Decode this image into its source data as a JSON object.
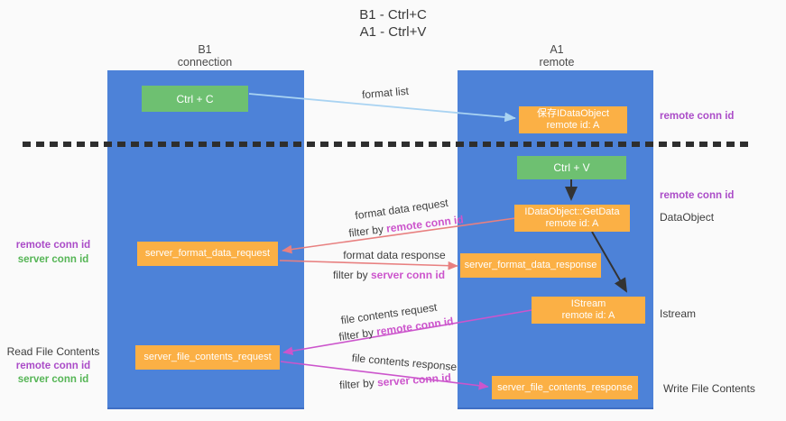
{
  "title": {
    "line1": "B1 - Ctrl+C",
    "line2": "A1 - Ctrl+V"
  },
  "lanes": {
    "left": {
      "title": "B1",
      "subtitle": "connection"
    },
    "right": {
      "title": "A1",
      "subtitle": "remote"
    }
  },
  "boxes": {
    "ctrl_c": {
      "label": "Ctrl + C"
    },
    "save_dataobject": {
      "line1": "保存IDataObject",
      "line2": "remote id: A"
    },
    "ctrl_v": {
      "label": "Ctrl + V"
    },
    "getdata": {
      "line1": "IDataObject::GetData",
      "line2": "remote id: A"
    },
    "format_request": {
      "label": "server_format_data_request"
    },
    "format_response": {
      "label": "server_format_data_response"
    },
    "istream": {
      "line1": "IStream",
      "line2": "remote id: A"
    },
    "file_request": {
      "label": "server_file_contents_request"
    },
    "file_response": {
      "label": "server_file_contents_response"
    }
  },
  "edge_labels": {
    "format_list": "format list",
    "format_data_request": "format data request",
    "filter_remote_1": {
      "prefix": "filter by ",
      "key": "remote conn id"
    },
    "format_data_response": "format data response",
    "filter_server_1": {
      "prefix": "filter by ",
      "key": "server conn id"
    },
    "file_contents_request": "file contents request",
    "filter_remote_2": {
      "prefix": "filter by ",
      "key": "remote conn id"
    },
    "file_contents_response": "file contents response",
    "filter_server_2": {
      "prefix": "filter by ",
      "key": "server conn id"
    }
  },
  "side_labels": {
    "right_remote_top": "remote conn id",
    "right_remote_mid": "remote conn id",
    "dataobject": "DataObject",
    "istream": "Istream",
    "write_file_contents": "Write File Contents",
    "left_remote_1": "remote conn id",
    "left_server_1": "server conn id",
    "read_file_contents": "Read File Contents",
    "left_remote_2": "remote conn id",
    "left_server_2": "server conn id"
  },
  "colors": {
    "lane_blue": "#4d82d8",
    "box_green": "#6ec071",
    "box_orange": "#fbb045",
    "label_purple": "#ab4cc8",
    "label_green": "#55b555",
    "arrow_salmon": "#e88080",
    "arrow_magenta": "#cc55cc",
    "arrow_blue": "#a9d3f2",
    "arrow_black": "#333333"
  }
}
